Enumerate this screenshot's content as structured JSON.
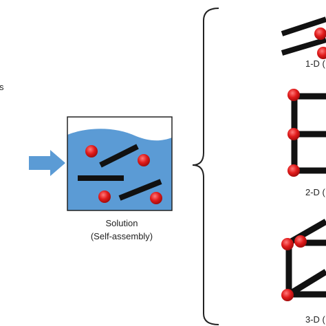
{
  "left_edge_text": "s",
  "solution": {
    "label": "Solution",
    "sublabel": "(Self-assembly)"
  },
  "structures": {
    "one_d": "1-D (",
    "two_d": "2-D (",
    "three_d": "3-D ("
  },
  "colors": {
    "arrow": "#5b9bd5",
    "liquid": "#5b9bd5",
    "particle": "#e11b1b",
    "rod": "#111111",
    "outline": "#222222"
  }
}
